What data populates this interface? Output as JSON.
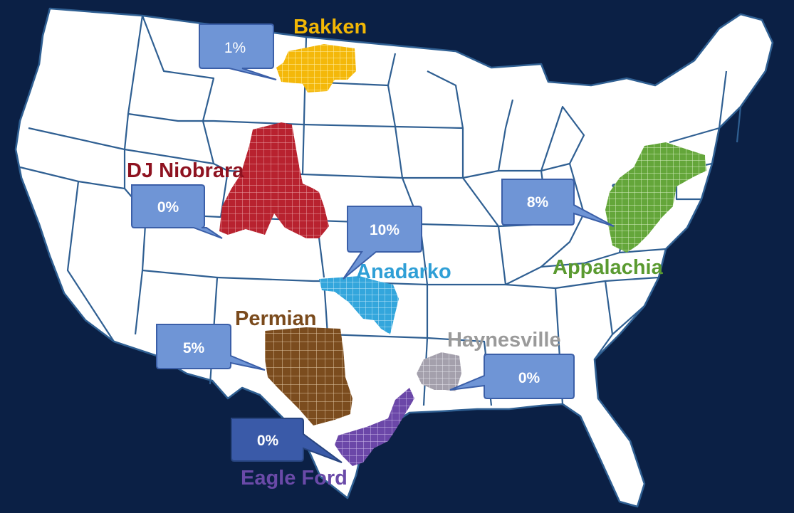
{
  "basins": [
    {
      "name": "Bakken",
      "percent": "1%",
      "color": "#f2b705"
    },
    {
      "name": "DJ Niobrara",
      "percent": "0%",
      "color": "#b5202e"
    },
    {
      "name": "Anadarko",
      "percent": "10%",
      "color": "#2aa0d8"
    },
    {
      "name": "Appalachia",
      "percent": "8%",
      "color": "#5c9a35"
    },
    {
      "name": "Permian",
      "percent": "5%",
      "color": "#7a4a1c"
    },
    {
      "name": "Haynesville",
      "percent": "0%",
      "color": "#9e9aa6"
    },
    {
      "name": "Eagle Ford",
      "percent": "0%",
      "color": "#6b47a8"
    }
  ],
  "label_colors": {
    "Bakken": "#f2b705",
    "DJ Niobrara": "#8e1220",
    "Anadarko": "#2f9fd6",
    "Appalachia": "#5a9a30",
    "Permian": "#7a4a1c",
    "Haynesville": "#9a9a9a",
    "Eagle Ford": "#6a4aa8"
  },
  "callout_colors": {
    "default": "#6f95d6",
    "dark": "#3a5aa8",
    "stroke": "#3b5fa8"
  },
  "background": "#0b2045"
}
